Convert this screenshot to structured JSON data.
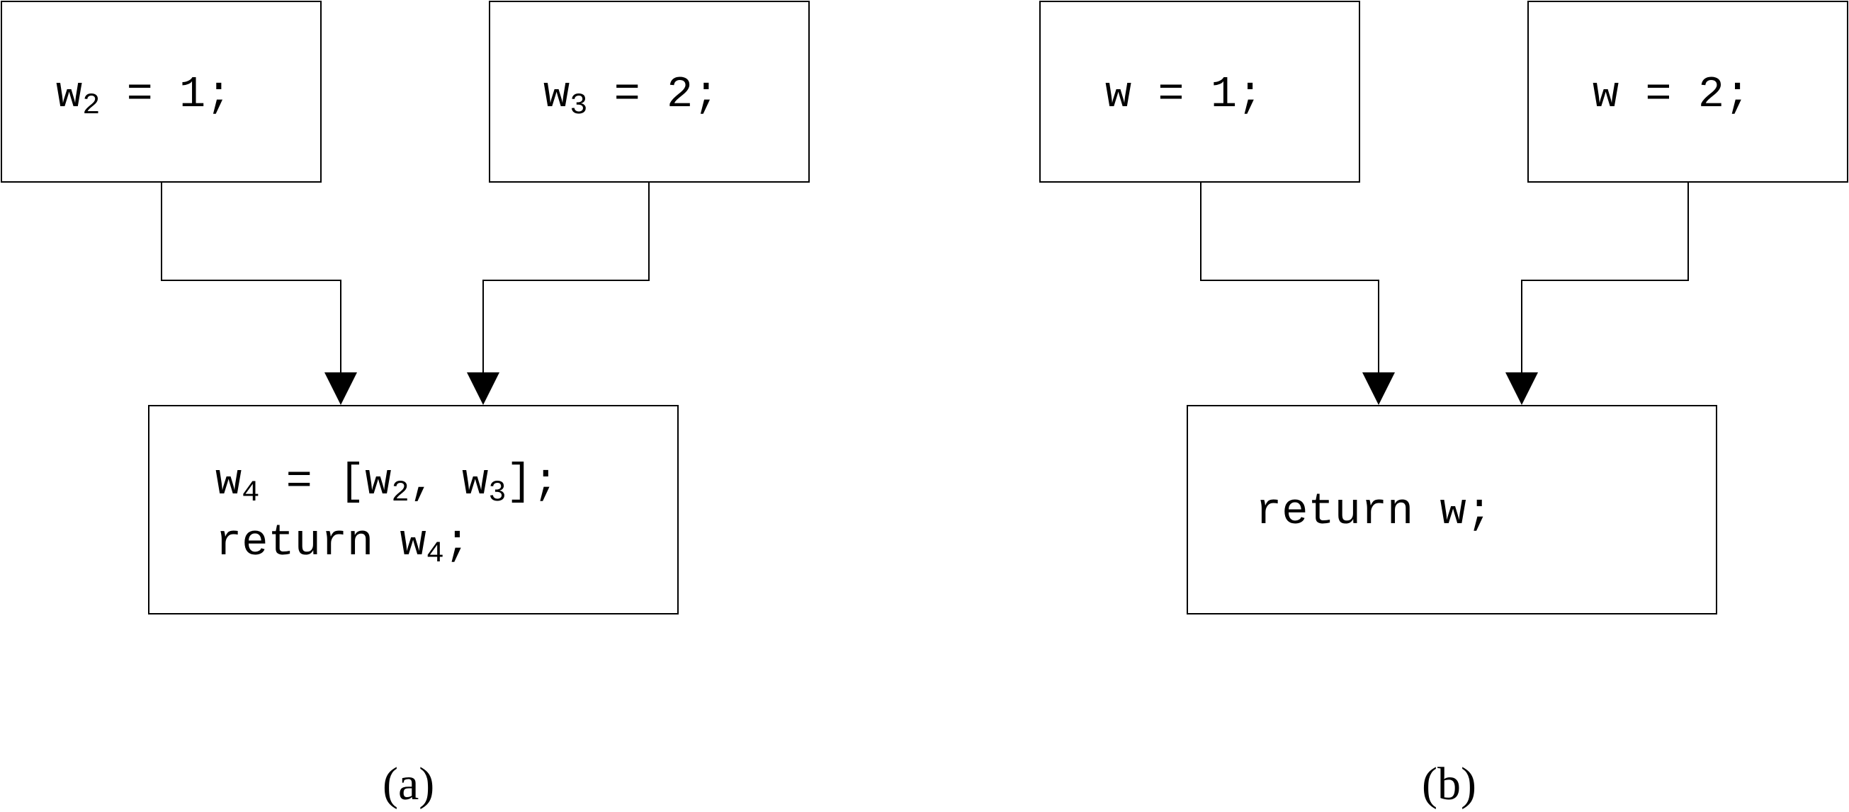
{
  "panel_a": {
    "box_left": {
      "var": "w",
      "sub": "2",
      "rest": " = 1;"
    },
    "box_right": {
      "var": "w",
      "sub": "3",
      "rest": " = 2;"
    },
    "box_merge": {
      "line1": {
        "var": "w",
        "sub": "4",
        "mid1": " = [w",
        "sub2": "2",
        "mid2": ", w",
        "sub3": "3",
        "end": "];"
      },
      "line2": {
        "text": "return w",
        "sub": "4",
        "end": ";"
      }
    },
    "caption": "(a)"
  },
  "panel_b": {
    "box_left": {
      "text": "w = 1;"
    },
    "box_right": {
      "text": "w = 2;"
    },
    "box_merge": {
      "text": "return w;"
    },
    "caption": "(b)"
  }
}
